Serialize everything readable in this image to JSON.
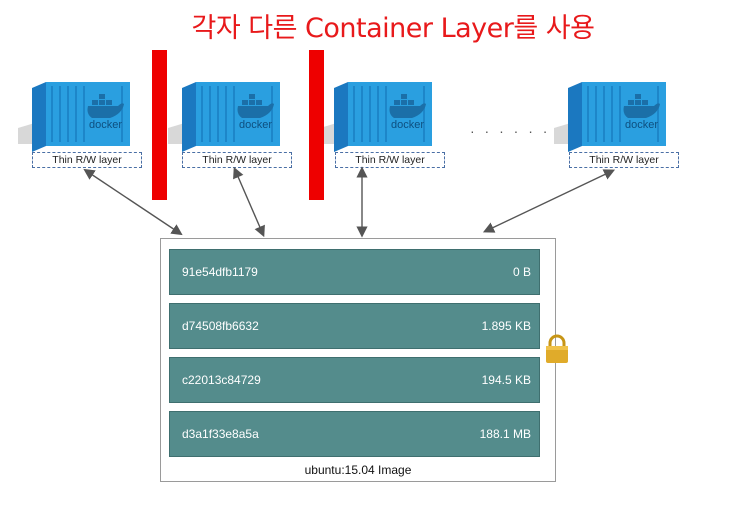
{
  "title": "각자 다른 Container Layer를 사용",
  "containers": [
    {
      "logo": "docker",
      "thin_layer_label": "Thin R/W layer"
    },
    {
      "logo": "docker",
      "thin_layer_label": "Thin R/W layer"
    },
    {
      "logo": "docker",
      "thin_layer_label": "Thin R/W layer"
    },
    {
      "logo": "docker",
      "thin_layer_label": "Thin R/W layer"
    }
  ],
  "ellipsis": "· · · · · ·",
  "image": {
    "label": "ubuntu:15.04 Image",
    "layers": [
      {
        "id": "91e54dfb1179",
        "size": "0 B"
      },
      {
        "id": "d74508fb6632",
        "size": "1.895 KB"
      },
      {
        "id": "c22013c84729",
        "size": "194.5 KB"
      },
      {
        "id": "d3a1f33e8a5a",
        "size": "188.1 MB"
      }
    ]
  },
  "colors": {
    "title": "#e8191b",
    "red_bar": "#ee0000",
    "layer_fill": "#548c8c",
    "container_blue": "#2a9fe0",
    "lock": "#d9a520"
  },
  "icons": [
    "docker-container-icon",
    "lock-icon"
  ]
}
